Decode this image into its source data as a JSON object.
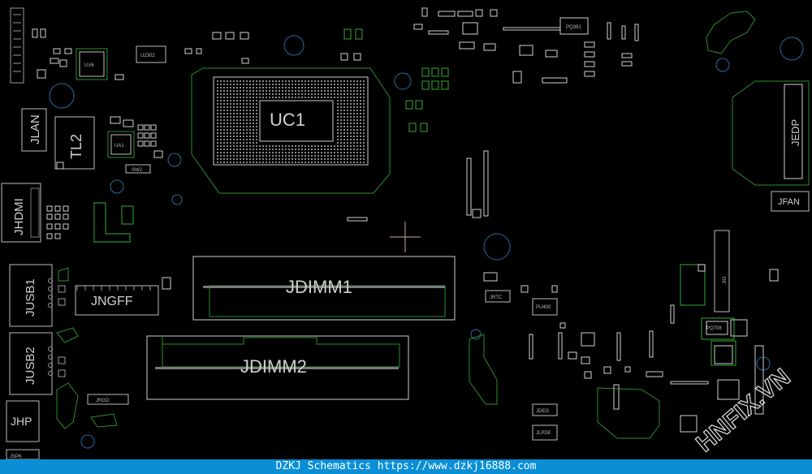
{
  "board": {
    "labels": {
      "uc1": "UC1",
      "jdimm1": "JDIMM1",
      "jdimm2": "JDIMM2",
      "jlan": "JLAN",
      "tl2": "TL2",
      "jhdmi": "JHDMI",
      "jusb1": "JUSB1",
      "jusb2": "JUSB2",
      "jngff": "JNGFF",
      "jhp": "JHP",
      "jedp": "JEDP",
      "jfan": "JFAN",
      "jio": "JIO",
      "jrtc": "JRTC",
      "jdeg": "JDEG",
      "jlpde": "JLPDE",
      "jrgd": "JRGD",
      "uv6": "UV6",
      "u2302": "U2302",
      "ua1": "UA1",
      "sw2": "SW2",
      "pq381": "PQ381",
      "pu400": "PU400",
      "pq708": "PQ708",
      "jspk": "JSPK"
    }
  },
  "footer": {
    "text": "DZKJ Schematics https://www.dzkj16888.com"
  },
  "watermark": {
    "text": "HNFIX.VN"
  }
}
